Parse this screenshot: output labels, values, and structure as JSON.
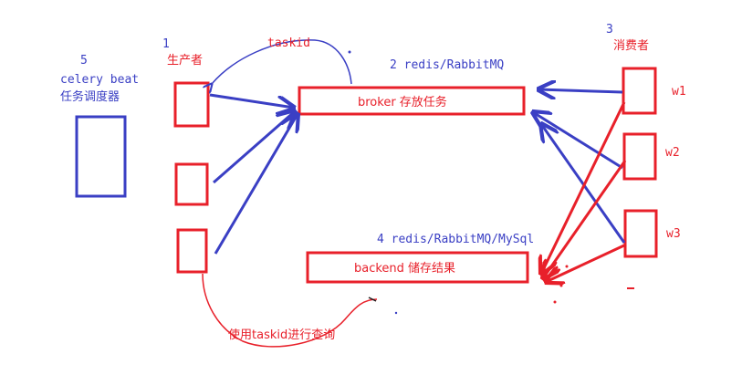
{
  "colors": {
    "blue": "#3a3fc4",
    "red": "#e8202a",
    "ink": "#1a1a1a"
  },
  "labels": {
    "producer_number": "1",
    "producer": "生产者",
    "taskid": "taskid",
    "broker_number_title": "2 redis/RabbitMQ",
    "broker": "broker 存放任务",
    "consumer_number": "3",
    "consumer": "消费者",
    "backend_number_title": "4 redis/RabbitMQ/MySql",
    "backend": "backend 储存结果",
    "beat_number": "5",
    "beat_line1": "celery beat",
    "beat_line2": "任务调度器",
    "query": "使用taskid进行查询",
    "workers": [
      "w1",
      "w2",
      "w3"
    ]
  }
}
